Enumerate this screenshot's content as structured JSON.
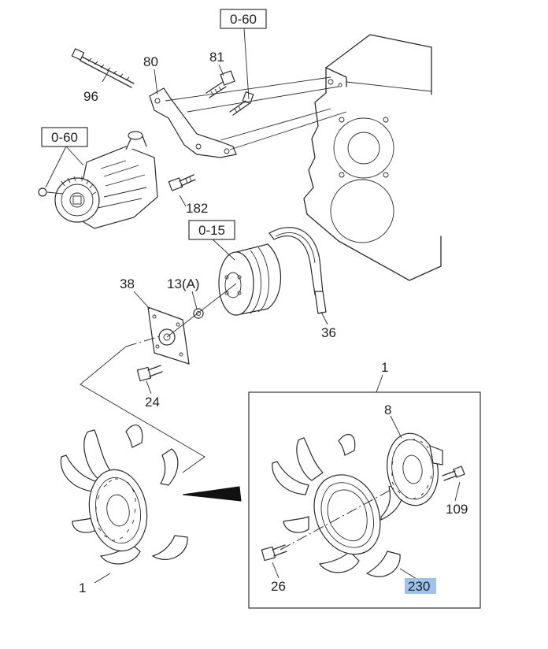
{
  "diagram": {
    "ref_labels": {
      "top_ref": "0-60",
      "left_ref": "0-60",
      "pulley_ref": "0-15",
      "bolt_96": "96",
      "bracket_80": "80",
      "bolt_81": "81",
      "bolt_182": "182",
      "plate_38": "38",
      "nut_13a": "13(A)",
      "belt_36": "36",
      "bolt_24": "24",
      "fan_assy_1": "1",
      "inset_assy_1": "1",
      "clutch_8": "8",
      "stud_109": "109",
      "bolt_26": "26",
      "fan_230": "230"
    },
    "highlight_color": "#9cc3ec"
  }
}
